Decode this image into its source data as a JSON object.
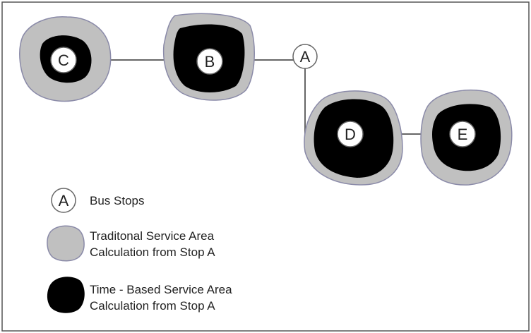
{
  "diagram": {
    "stops": [
      {
        "id": "C",
        "label": "C"
      },
      {
        "id": "B",
        "label": "B"
      },
      {
        "id": "A",
        "label": "A"
      },
      {
        "id": "D",
        "label": "D"
      },
      {
        "id": "E",
        "label": "E"
      }
    ],
    "colors": {
      "traditional_area": "#c0c0c0",
      "time_based_area": "#000000",
      "outline": "#8a8aa8",
      "route_line": "#666666",
      "stop_fill": "#ffffff"
    }
  },
  "legend": {
    "bus_stops": {
      "symbol": "A",
      "label": "Bus Stops"
    },
    "traditional": {
      "line1": "Traditonal Service Area",
      "line2": "Calculation from Stop A"
    },
    "time_based": {
      "line1": "Time - Based Service Area",
      "line2": "Calculation from Stop A"
    }
  }
}
